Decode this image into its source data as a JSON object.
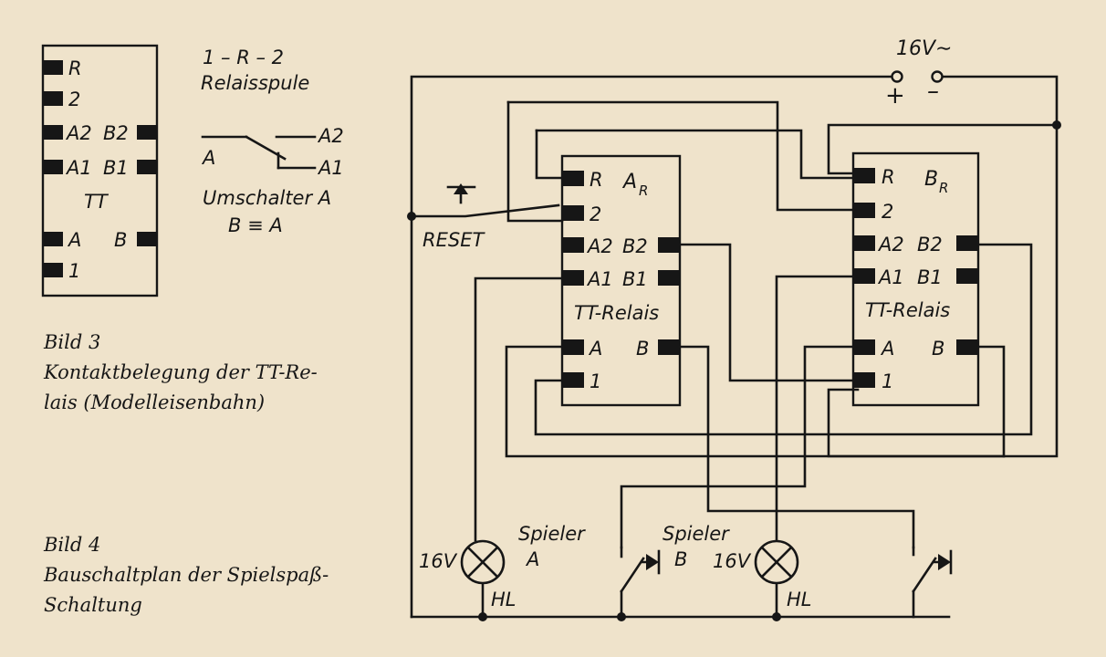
{
  "legend": {
    "pins_left": [
      "R",
      "2",
      "A2",
      "A1",
      "A",
      "1"
    ],
    "pins_right": [
      "B2",
      "B1",
      "B"
    ],
    "body_label": "TT"
  },
  "symbols": {
    "coil_line1": "1 – R – 2",
    "coil_line2": "Relaisspule",
    "switch_label_a": "A",
    "switch_label_a2": "A2",
    "switch_label_a1": "A1",
    "switch_caption1": "Umschalter A",
    "switch_caption2": "B ≡ A"
  },
  "captions": {
    "bild3_title": "Bild 3",
    "bild3_line1": "Kontaktbelegung der TT-Re-",
    "bild3_line2": "lais (Modelleisenbahn)",
    "bild4_title": "Bild 4",
    "bild4_line1": "Bauschaltplan der Spielspaß-",
    "bild4_line2": "Schaltung"
  },
  "circuit": {
    "supply": "16V∼",
    "plus": "+",
    "minus": "–",
    "reset": "RESET",
    "relay_a": {
      "name_main": "A",
      "name_sub": "R",
      "type": "TT-Relais",
      "pins_left": [
        "R",
        "2",
        "A2",
        "A1",
        "A",
        "1"
      ],
      "pins_right": [
        "B2",
        "B1",
        "B"
      ]
    },
    "relay_b": {
      "name_main": "B",
      "name_sub": "R",
      "type": "TT-Relais",
      "pins_left": [
        "R",
        "2",
        "A2",
        "A1",
        "A",
        "1"
      ],
      "pins_right": [
        "B2",
        "B1",
        "B"
      ]
    },
    "lamp_a": {
      "voltage": "16V",
      "label": "HL"
    },
    "lamp_b": {
      "voltage": "16V",
      "label": "HL"
    },
    "player_a_line1": "Spieler",
    "player_a_line2": "A",
    "player_b_line1": "Spieler",
    "player_b_line2": "B"
  }
}
